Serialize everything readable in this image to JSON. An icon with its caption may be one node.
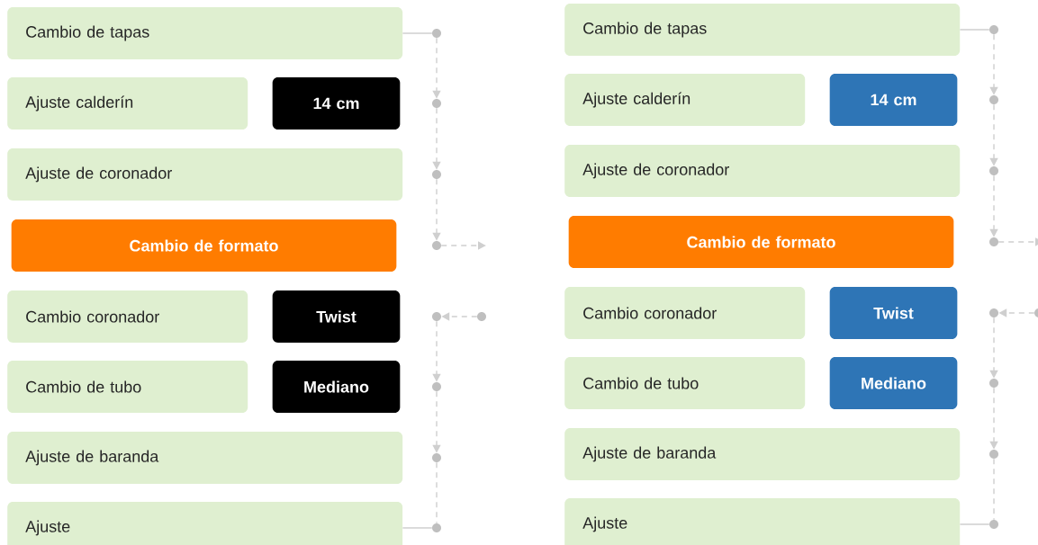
{
  "diagram": {
    "nodes": [
      {
        "text": [
          "Cambio de tapas"
        ]
      },
      {
        "text": [
          "Ajuste calderín"
        ]
      },
      {
        "text": [
          "14 cm"
        ]
      },
      {
        "text": [
          "Ajuste de coronador"
        ]
      },
      {
        "text": [
          "Cambio de formato"
        ]
      },
      {
        "text": [
          "Cambio coronador"
        ]
      },
      {
        "text": [
          "Twist"
        ]
      },
      {
        "text": [
          "Cambio de tubo"
        ]
      },
      {
        "text": [
          "Mediano"
        ]
      },
      {
        "text": [
          "Ajuste de baranda"
        ]
      },
      {
        "text": [
          "Ajuste"
        ]
      },
      {
        "text": [],
        "shape": "circle"
      },
      {
        "text": [],
        "shape": "circle"
      },
      {
        "text": [],
        "shape": "circle"
      },
      {
        "text": [],
        "shape": "circle"
      },
      {
        "text": [],
        "shape": "circle"
      },
      {
        "text": [],
        "shape": "circle"
      },
      {
        "text": [],
        "shape": "circle"
      },
      {
        "text": [],
        "shape": "circle"
      },
      {
        "text": [],
        "shape": "circle"
      },
      {
        "text": [
          "Cambio de tapas"
        ]
      },
      {
        "text": [
          "Ajuste calderín"
        ]
      },
      {
        "text": [
          "14 cm"
        ]
      },
      {
        "text": [
          "Ajuste de coronador"
        ]
      },
      {
        "text": [
          "Cambio de formato"
        ]
      },
      {
        "text": [
          "Cambio coronador"
        ]
      },
      {
        "text": [
          "Twist"
        ]
      },
      {
        "text": [
          "Cambio de tubo"
        ]
      },
      {
        "text": [
          "Mediano"
        ]
      },
      {
        "text": [
          "Ajuste de baranda"
        ]
      },
      {
        "text": [
          "Ajuste"
        ]
      },
      {
        "text": [],
        "shape": "circle"
      },
      {
        "text": [],
        "shape": "circle"
      },
      {
        "text": [],
        "shape": "circle"
      },
      {
        "text": [],
        "shape": "circle"
      },
      {
        "text": [],
        "shape": "circle"
      },
      {
        "text": [],
        "shape": "circle"
      },
      {
        "text": [],
        "shape": "circle"
      },
      {
        "text": [],
        "shape": "circle"
      },
      {
        "text": [],
        "shape": "circle"
      }
    ],
    "edges": [
      {
        "from": 0,
        "to": 11,
        "arrow": "none"
      },
      {
        "from": 11,
        "to": 12,
        "arrow": "to",
        "style": "dashed"
      },
      {
        "from": 12,
        "to": 13,
        "arrow": "to",
        "style": "dashed"
      },
      {
        "from": 13,
        "to": 14,
        "arrow": "to",
        "style": "dashed"
      },
      {
        "from": 14,
        "to": null,
        "arrow": "to",
        "style": "dashed"
      },
      {
        "from": 19,
        "to": 15,
        "arrow": "to",
        "style": "dashed"
      },
      {
        "from": 15,
        "to": 16,
        "arrow": "to",
        "style": "dashed"
      },
      {
        "from": 16,
        "to": 17,
        "arrow": "to",
        "style": "dashed"
      },
      {
        "from": 17,
        "to": 18,
        "arrow": "none",
        "style": "dashed"
      },
      {
        "from": 10,
        "to": 18,
        "arrow": "none"
      },
      {
        "from": 20,
        "to": 31,
        "arrow": "none"
      },
      {
        "from": 31,
        "to": 32,
        "arrow": "to",
        "style": "dashed"
      },
      {
        "from": 32,
        "to": 33,
        "arrow": "to",
        "style": "dashed"
      },
      {
        "from": 33,
        "to": 34,
        "arrow": "to",
        "style": "dashed"
      },
      {
        "from": 34,
        "to": null,
        "arrow": "to",
        "style": "dashed"
      },
      {
        "from": 39,
        "to": 35,
        "arrow": "to",
        "style": "dashed"
      },
      {
        "from": 35,
        "to": 36,
        "arrow": "to",
        "style": "dashed"
      },
      {
        "from": 36,
        "to": 37,
        "arrow": "to",
        "style": "dashed"
      },
      {
        "from": 37,
        "to": 38,
        "arrow": "none",
        "style": "dashed"
      },
      {
        "from": 30,
        "to": 38,
        "arrow": "none"
      }
    ]
  }
}
